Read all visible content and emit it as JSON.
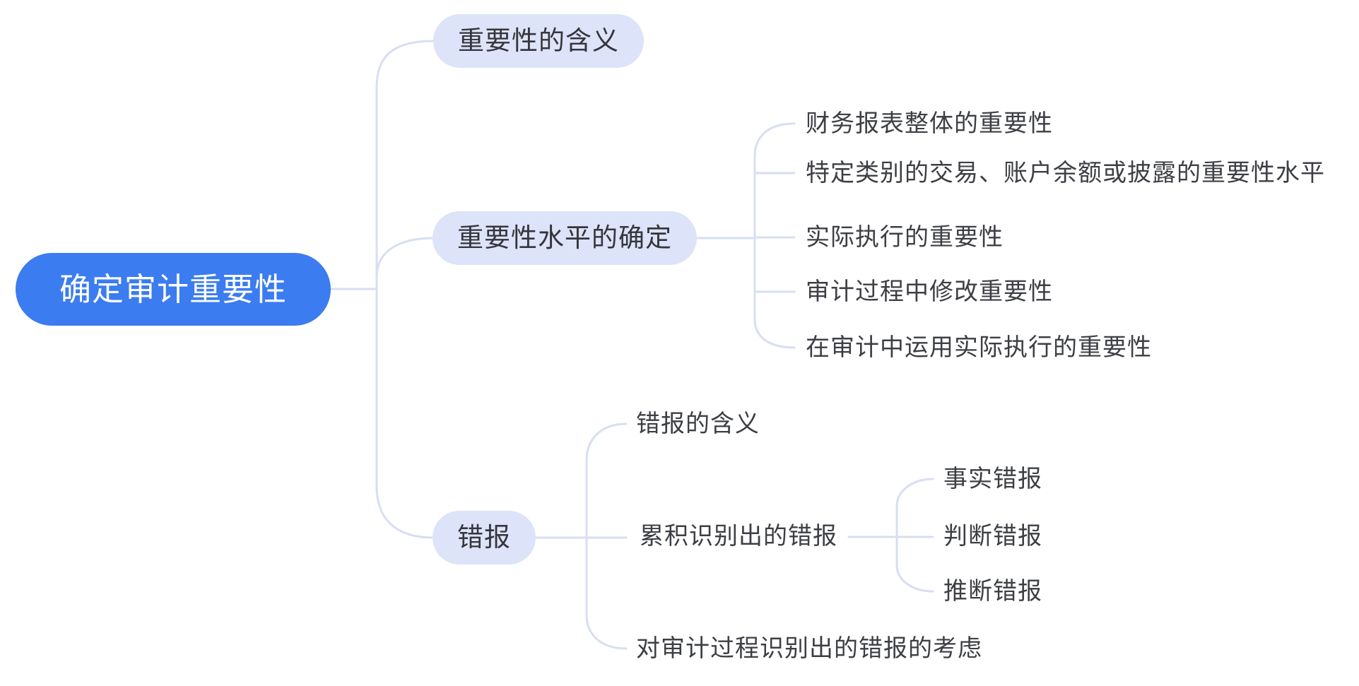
{
  "colors": {
    "root_bg": "#3b7cf0",
    "root_text": "#ffffff",
    "branch_bg": "#dde3f8",
    "branch_text": "#34363c",
    "leaf_text": "#3d3f44",
    "connector": "#d8def2",
    "canvas_bg": "#ffffff"
  },
  "mindmap": {
    "root": {
      "label": "确定审计重要性"
    },
    "branches": [
      {
        "label": "重要性的含义",
        "children": []
      },
      {
        "label": "重要性水平的确定",
        "children": [
          {
            "label": "财务报表整体的重要性"
          },
          {
            "label": "特定类别的交易、账户余额或披露的重要性水平"
          },
          {
            "label": "实际执行的重要性"
          },
          {
            "label": "审计过程中修改重要性"
          },
          {
            "label": "在审计中运用实际执行的重要性"
          }
        ]
      },
      {
        "label": "错报",
        "children": [
          {
            "label": "错报的含义"
          },
          {
            "label": "累积识别出的错报",
            "children": [
              {
                "label": "事实错报"
              },
              {
                "label": "判断错报"
              },
              {
                "label": "推断错报"
              }
            ]
          },
          {
            "label": "对审计过程识别出的错报的考虑"
          }
        ]
      }
    ]
  }
}
